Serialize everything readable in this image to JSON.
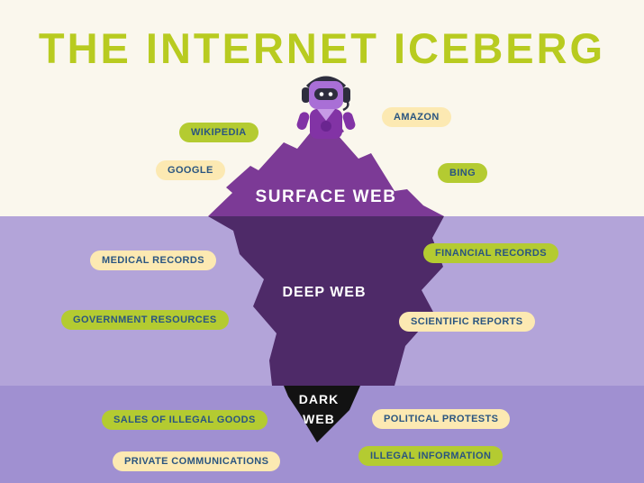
{
  "title": "THE INTERNET ICEBERG",
  "iceberg": {
    "surface_label": "SURFACE WEB",
    "deep_label": "DEEP WEB",
    "dark_label": "DARK WEB"
  },
  "pills": [
    {
      "label": "WIKIPEDIA",
      "style": "lime",
      "layer": "surface"
    },
    {
      "label": "AMAZON",
      "style": "cream",
      "layer": "surface"
    },
    {
      "label": "GOOGLE",
      "style": "cream",
      "layer": "surface"
    },
    {
      "label": "BING",
      "style": "lime",
      "layer": "surface"
    },
    {
      "label": "MEDICAL RECORDS",
      "style": "cream",
      "layer": "deep"
    },
    {
      "label": "FINANCIAL RECORDS",
      "style": "lime",
      "layer": "deep"
    },
    {
      "label": "GOVERNMENT RESOURCES",
      "style": "lime",
      "layer": "deep"
    },
    {
      "label": "SCIENTIFIC REPORTS",
      "style": "cream",
      "layer": "deep"
    },
    {
      "label": "SALES OF ILLEGAL GOODS",
      "style": "lime",
      "layer": "dark"
    },
    {
      "label": "POLITICAL PROTESTS",
      "style": "cream",
      "layer": "dark"
    },
    {
      "label": "PRIVATE COMMUNICATIONS",
      "style": "cream",
      "layer": "dark"
    },
    {
      "label": "ILLEGAL INFORMATION",
      "style": "lime",
      "layer": "dark"
    }
  ],
  "mascot": "robot with headphones sitting on iceberg peak",
  "colors": {
    "background_top": "#faf7ed",
    "background_mid": "#b3a4d9",
    "background_bottom": "#a090d1",
    "title_green": "#b8cb20",
    "pill_lime": "#b4cb31",
    "pill_cream": "#fce9b2",
    "pill_text": "#2a5580",
    "iceberg_above_water": "#7c3a96",
    "iceberg_deep": "#4e2a68",
    "iceberg_dark_tip": "#121212",
    "layer_label_text": "#ffffff"
  }
}
